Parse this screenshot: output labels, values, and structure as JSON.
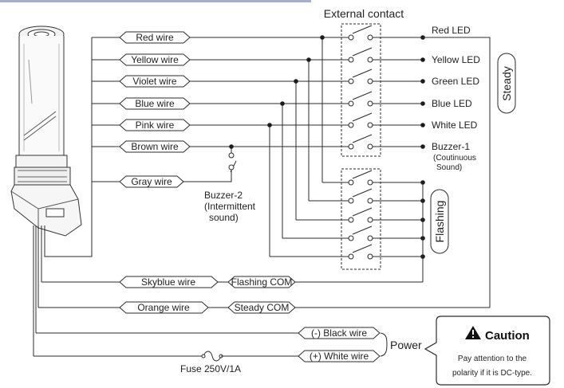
{
  "wires": {
    "red": "Red wire",
    "yellow": "Yellow wire",
    "violet": "Violet wire",
    "blue": "Blue wire",
    "pink": "Pink wire",
    "brown": "Brown wire",
    "gray": "Gray wire",
    "skyblue": "Skyblue wire",
    "orange": "Orange wire",
    "black": "(-) Black wire",
    "white": "(+) White wire"
  },
  "contact_title": "External contact",
  "outputs": {
    "red_led": "Red LED",
    "yellow_led": "Yellow LED",
    "green_led": "Green LED",
    "blue_led": "Blue LED",
    "white_led": "White LED",
    "buzzer1": "Buzzer-1",
    "buzzer1_note_1": "(Coutinuous",
    "buzzer1_note_2": "Sound)"
  },
  "buzzer2": {
    "line1": "Buzzer-2",
    "line2": "(Intermittent",
    "line3": "sound)"
  },
  "modes": {
    "steady": "Steady",
    "flashing": "Flashing"
  },
  "com": {
    "flashing": "Flashing COM",
    "steady": "Steady COM"
  },
  "power": "Power",
  "fuse": "Fuse 250V/1A",
  "caution": {
    "title": "Caution",
    "line1": "Pay attention to the",
    "line2": "polarity if it is DC-type."
  },
  "icons": {
    "warning": "warning-triangle-icon"
  }
}
